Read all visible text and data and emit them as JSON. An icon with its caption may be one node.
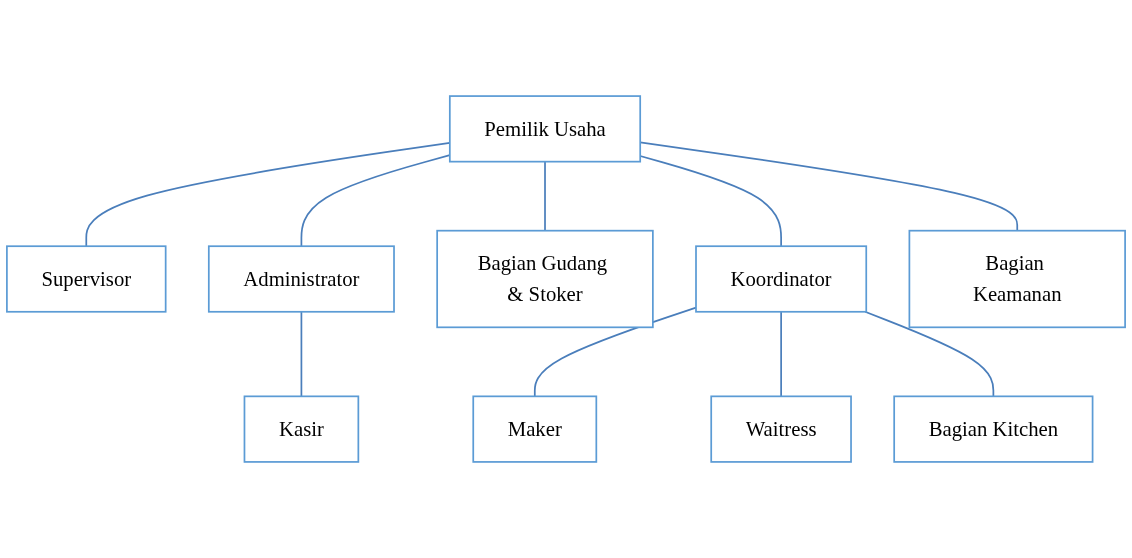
{
  "diagram": {
    "nodes": [
      {
        "text": [
          "Pemilik Usaha"
        ]
      },
      {
        "text": [
          "Supervisor"
        ]
      },
      {
        "text": [
          "Administrator"
        ]
      },
      {
        "text": [
          "Bagian Gudang & Stoker"
        ]
      },
      {
        "text": [
          "Koordinator"
        ]
      },
      {
        "text": [
          "Bagian Keamanan"
        ]
      },
      {
        "text": [
          "Kasir"
        ]
      },
      {
        "text": [
          "Maker"
        ]
      },
      {
        "text": [
          "Waitress"
        ]
      },
      {
        "text": [
          "Bagian Kitchen"
        ]
      }
    ],
    "edges": [
      {
        "from": 0,
        "to": 1,
        "arrow": "none"
      },
      {
        "from": 0,
        "to": 2,
        "arrow": "none"
      },
      {
        "from": 0,
        "to": 3,
        "arrow": "none"
      },
      {
        "from": 0,
        "to": 4,
        "arrow": "none"
      },
      {
        "from": 0,
        "to": 5,
        "arrow": "none"
      },
      {
        "from": 2,
        "to": 6,
        "arrow": "none"
      },
      {
        "from": 4,
        "to": 7,
        "arrow": "none"
      },
      {
        "from": 4,
        "to": 8,
        "arrow": "none"
      },
      {
        "from": 4,
        "to": 9,
        "arrow": "none"
      }
    ]
  }
}
